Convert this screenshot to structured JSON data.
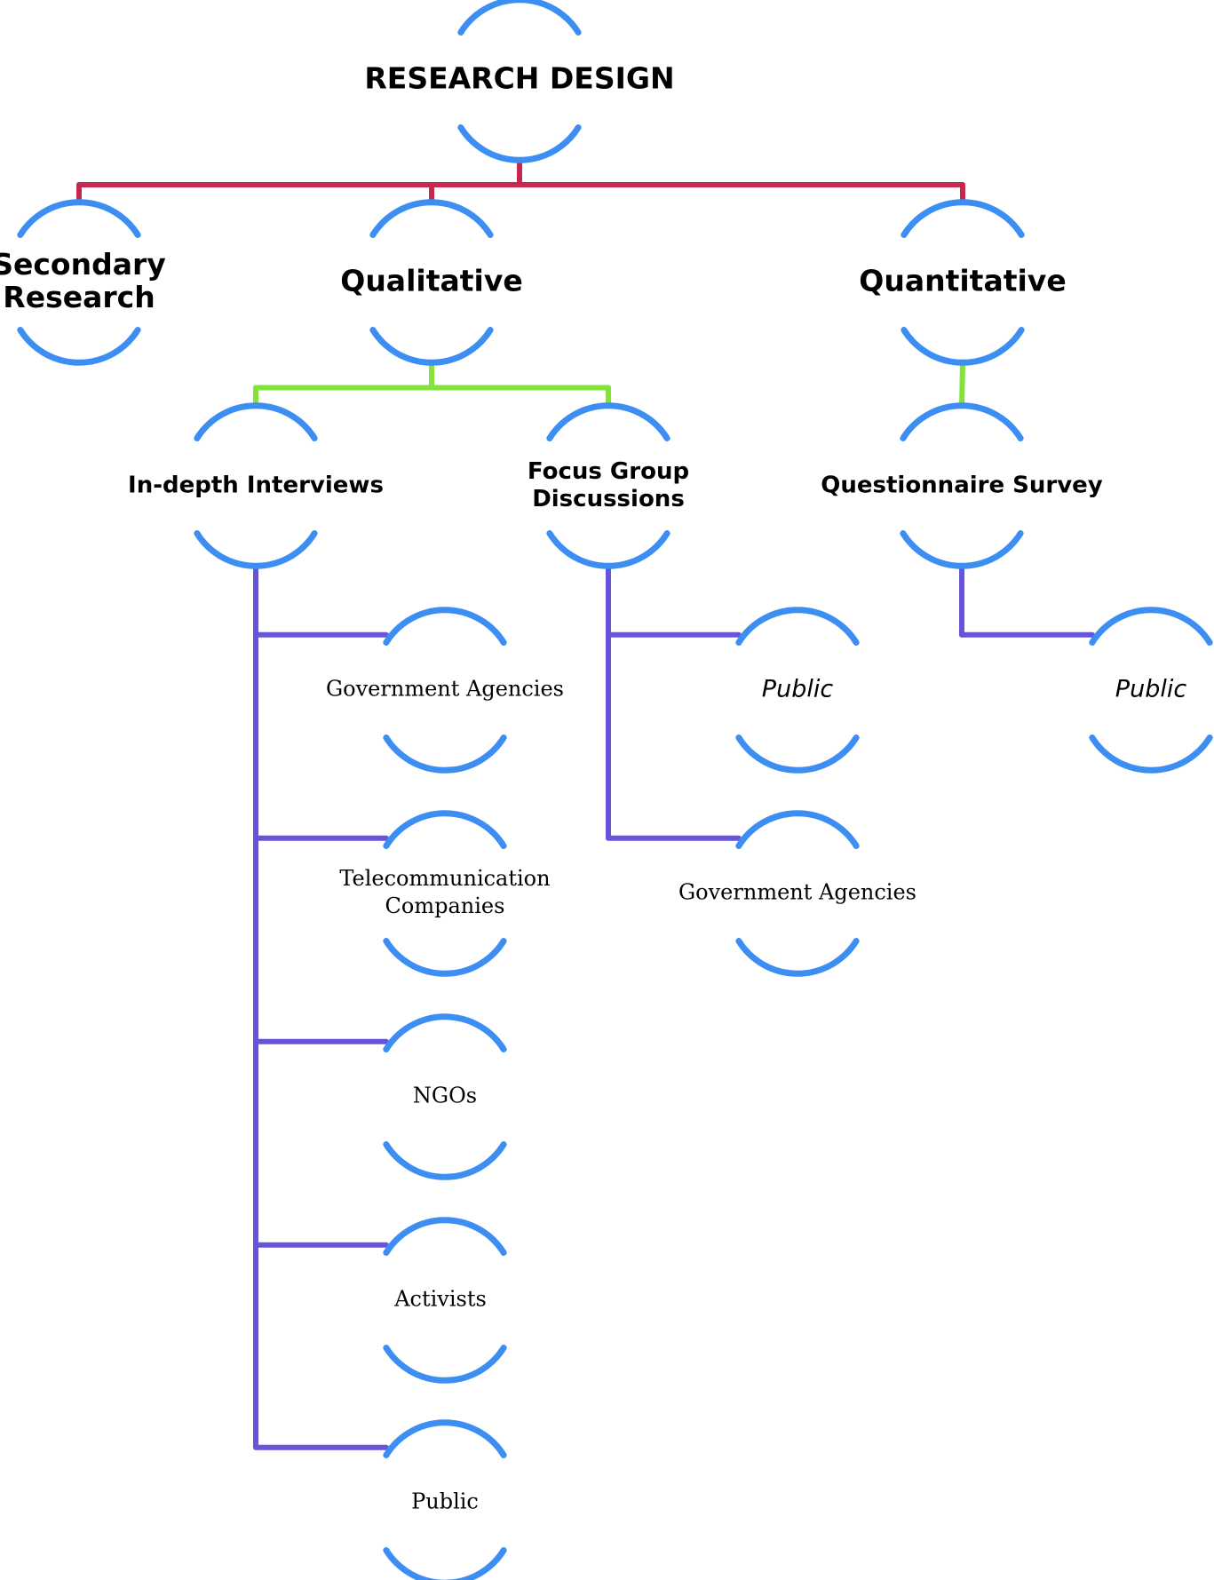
{
  "colors": {
    "arc": "#3d8ef2",
    "level1_connector": "#c4294f",
    "level2_connector": "#84e23c",
    "level3_connector": "#6654d9",
    "text": "#000000"
  },
  "nodes": {
    "root": {
      "lines": [
        "RESEARCH DESIGN"
      ]
    },
    "secondary": {
      "lines": [
        "Secondary",
        "Research"
      ]
    },
    "qualitative": {
      "lines": [
        "Qualitative"
      ]
    },
    "quantitative": {
      "lines": [
        "Quantitative"
      ]
    },
    "indepth": {
      "lines": [
        "In-depth Interviews"
      ]
    },
    "focus": {
      "lines": [
        "Focus Group",
        "Discussions"
      ]
    },
    "questionnaire": {
      "lines": [
        "Questionnaire Survey"
      ]
    },
    "indepth_gov": {
      "lines": [
        "Government Agencies"
      ]
    },
    "indepth_telecom": {
      "lines": [
        "Telecommunication",
        "Companies"
      ]
    },
    "indepth_ngo": {
      "lines": [
        "NGOs"
      ]
    },
    "indepth_activists": {
      "lines": [
        "Activists"
      ]
    },
    "indepth_public": {
      "lines": [
        "Public"
      ]
    },
    "focus_public": {
      "lines": [
        "Public"
      ]
    },
    "focus_gov": {
      "lines": [
        "Government Agencies"
      ]
    },
    "survey_public": {
      "lines": [
        "Public"
      ]
    }
  },
  "edges": [
    {
      "from": "root",
      "to": "secondary",
      "level": 1
    },
    {
      "from": "root",
      "to": "qualitative",
      "level": 1
    },
    {
      "from": "root",
      "to": "quantitative",
      "level": 1
    },
    {
      "from": "qualitative",
      "to": "indepth",
      "level": 2
    },
    {
      "from": "qualitative",
      "to": "focus",
      "level": 2
    },
    {
      "from": "quantitative",
      "to": "questionnaire",
      "level": 2
    },
    {
      "from": "indepth",
      "to": "indepth_gov",
      "level": 3
    },
    {
      "from": "indepth",
      "to": "indepth_telecom",
      "level": 3
    },
    {
      "from": "indepth",
      "to": "indepth_ngo",
      "level": 3
    },
    {
      "from": "indepth",
      "to": "indepth_activists",
      "level": 3
    },
    {
      "from": "indepth",
      "to": "indepth_public",
      "level": 3
    },
    {
      "from": "focus",
      "to": "focus_public",
      "level": 3
    },
    {
      "from": "focus",
      "to": "focus_gov",
      "level": 3
    },
    {
      "from": "questionnaire",
      "to": "survey_public",
      "level": 3
    }
  ]
}
